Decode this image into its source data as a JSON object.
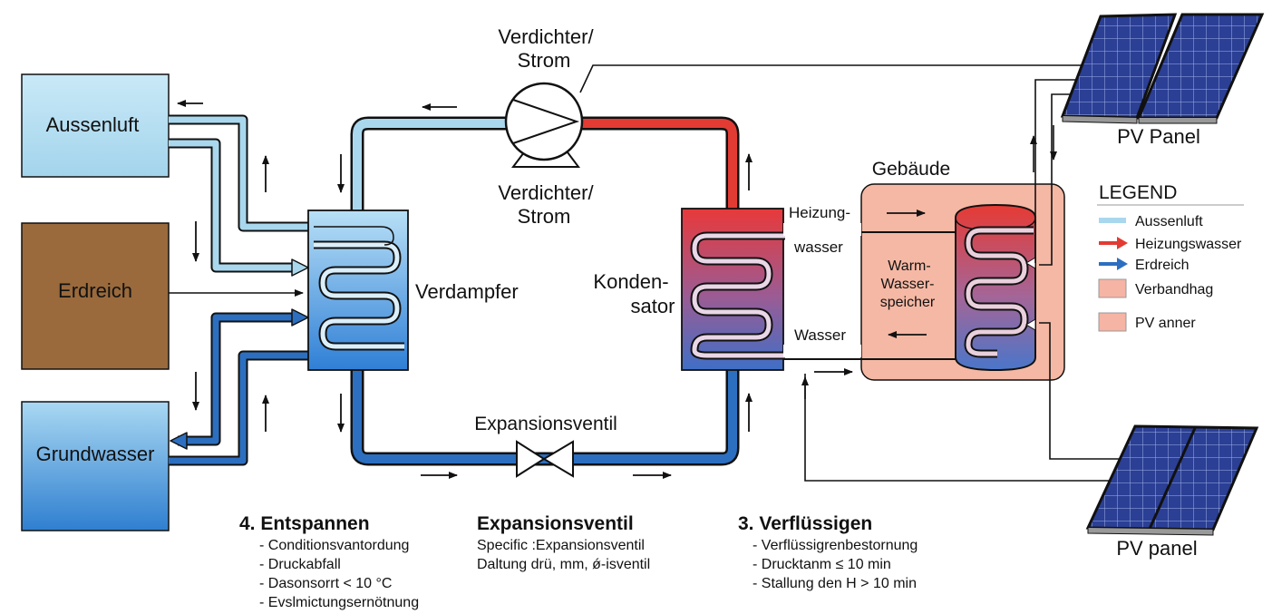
{
  "colors": {
    "air": "#a9d8ee",
    "heating": "#e23b33",
    "ground": "#2c6fc0",
    "earth": "#9a6a3c",
    "building": "#f5b8a4",
    "legend_box": "#f6b4a4",
    "pv_cell": "#2a3f93",
    "pipe_outline": "#111111"
  },
  "sources": {
    "air": "Aussenluft",
    "earth": "Erdreich",
    "groundwater": "Grundwasser"
  },
  "components": {
    "compressor_top": [
      "Verdichter/",
      "Strom"
    ],
    "compressor_bottom": [
      "Verdichter/",
      "Strom"
    ],
    "evaporator": "Verdampfer",
    "condenser": [
      "Konden-",
      "sator"
    ],
    "expansion_valve": "Expansionsventil",
    "heating_water": [
      "Heizung-",
      "wasser"
    ],
    "water": "Wasser",
    "building": "Gebäude",
    "storage": [
      "Warm-",
      "Wasser-",
      "speicher"
    ],
    "pv_top": "PV Panel",
    "pv_bottom": "PV panel"
  },
  "legend": {
    "title": "LEGEND",
    "items": [
      {
        "label": "Aussenluft",
        "kind": "line",
        "color": "#a9d8ee"
      },
      {
        "label": "Heizungswasser",
        "kind": "arrow",
        "color": "#e23b33"
      },
      {
        "label": "Erdreich",
        "kind": "arrow",
        "color": "#2c6fc0"
      },
      {
        "label": "Verbandhag",
        "kind": "box",
        "color": "#f6b4a4"
      },
      {
        "label": "PV anner",
        "kind": "box",
        "color": "#f6b4a4"
      }
    ]
  },
  "steps": [
    {
      "title": "4. Entspannen",
      "lines": [
        "- Conditionsvantordung",
        "- Druckabfall",
        "- Dasonsorrt < 10 °C",
        "- Evslmictungsernötnung"
      ]
    },
    {
      "title": "Expansionsventil",
      "lines": [
        "Specific :Expansionsventil",
        "Daltung drü, mm, ǿ-isventil"
      ]
    },
    {
      "title": "3. Verflüssigen",
      "lines": [
        "- Verflüssigrenbestornung",
        "- Drucktanm ≤ 10 min",
        "- Stallung den H > 10 min"
      ]
    }
  ]
}
